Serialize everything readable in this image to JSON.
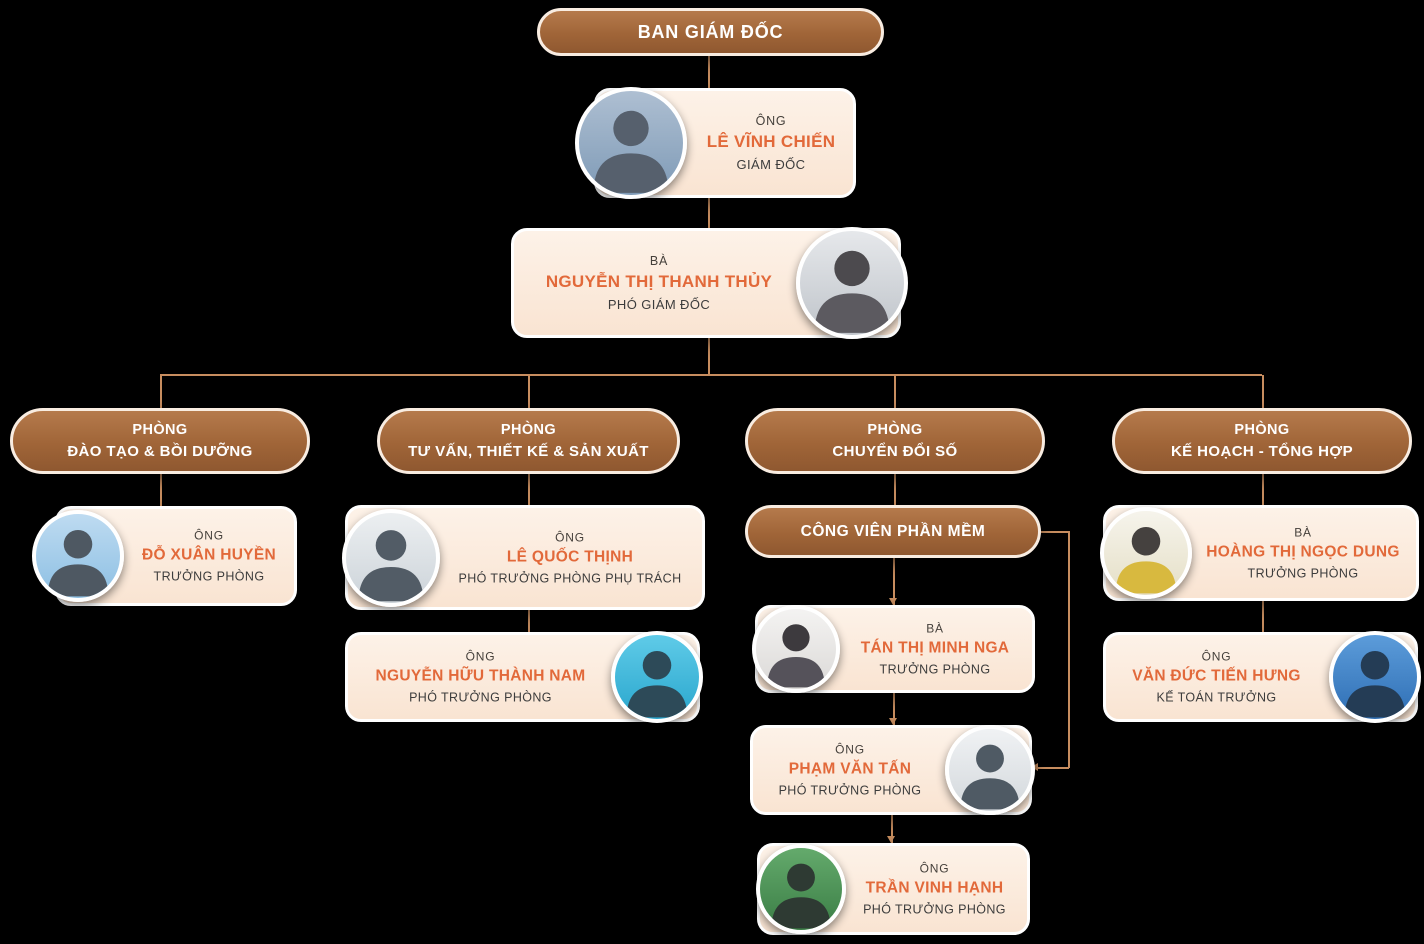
{
  "colors": {
    "background": "#000000",
    "pill_brown": "#a06538",
    "card_peach": "#f9e4d2",
    "name_orange": "#e2693a",
    "text_dark": "#3c3c3c",
    "connector": "#c78d5f"
  },
  "root": {
    "label": "BAN GIÁM ĐỐC"
  },
  "leadership": [
    {
      "salutation": "ÔNG",
      "name": "LÊ VĨNH CHIẾN",
      "role": "GIÁM ĐỐC"
    },
    {
      "salutation": "BÀ",
      "name": "NGUYỄN THỊ THANH THỦY",
      "role": "PHÓ GIÁM ĐỐC"
    }
  ],
  "departments": [
    {
      "line1": "PHÒNG",
      "line2": "ĐÀO TẠO & BỒI DƯỠNG",
      "members": [
        {
          "salutation": "ÔNG",
          "name": "ĐỖ XUÂN HUYỀN",
          "role": "TRƯỞNG PHÒNG"
        }
      ]
    },
    {
      "line1": "PHÒNG",
      "line2": "TƯ VẤN, THIẾT KẾ & SẢN XUẤT",
      "members": [
        {
          "salutation": "ÔNG",
          "name": "LÊ QUỐC THỊNH",
          "role": "PHÓ TRƯỞNG PHÒNG PHỤ TRÁCH"
        },
        {
          "salutation": "ÔNG",
          "name": "NGUYỄN HỮU THÀNH NAM",
          "role": "PHÓ TRƯỞNG PHÒNG"
        }
      ]
    },
    {
      "line1": "PHÒNG",
      "line2": "CHUYỂN ĐỔI SỐ",
      "sub_unit": "CÔNG VIÊN PHẦN MỀM",
      "members": [
        {
          "salutation": "BÀ",
          "name": "TÁN THỊ MINH NGA",
          "role": "TRƯỞNG PHÒNG"
        },
        {
          "salutation": "ÔNG",
          "name": "PHẠM VĂN TẤN",
          "role": "PHÓ TRƯỞNG PHÒNG"
        },
        {
          "salutation": "ÔNG",
          "name": "TRẦN VINH HẠNH",
          "role": "PHÓ TRƯỞNG PHÒNG"
        }
      ]
    },
    {
      "line1": "PHÒNG",
      "line2": "KẾ HOẠCH -  TỔNG HỢP",
      "members": [
        {
          "salutation": "BÀ",
          "name": "HOÀNG THỊ NGỌC DUNG",
          "role": "TRƯỞNG PHÒNG"
        },
        {
          "salutation": "ÔNG",
          "name": "VĂN ĐỨC TIẾN HƯNG",
          "role": "KẾ TOÁN TRƯỞNG"
        }
      ]
    }
  ]
}
